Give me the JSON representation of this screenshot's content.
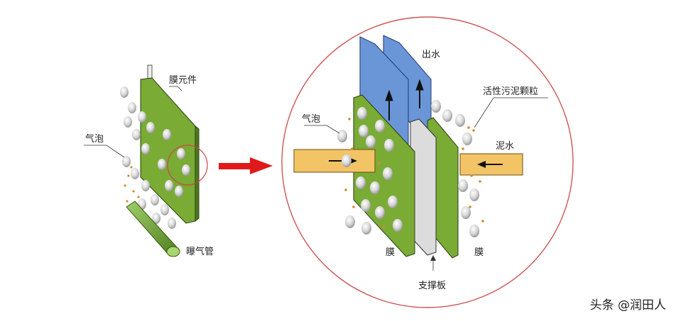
{
  "left_panel": {
    "membrane_element_label": "膜元件",
    "bubbles_label": "气泡",
    "aerator_label": "曝气管"
  },
  "zoom_panel": {
    "outlet_water_label": "出水",
    "bubbles_label": "气泡",
    "sludge_particles_label": "活性污泥颗粒",
    "mixed_liquor_label": "泥水",
    "membrane_left_label": "膜",
    "membrane_right_label": "膜",
    "support_plate_label": "支撑板"
  },
  "watermark": "头条 @润田人",
  "colors": {
    "membrane_green": "#77aa33",
    "outlet_blue": "#6a96d8",
    "inflow_orange": "#f3c466",
    "arrow_red": "#e01a1a",
    "circle_outline": "#cc4444"
  }
}
